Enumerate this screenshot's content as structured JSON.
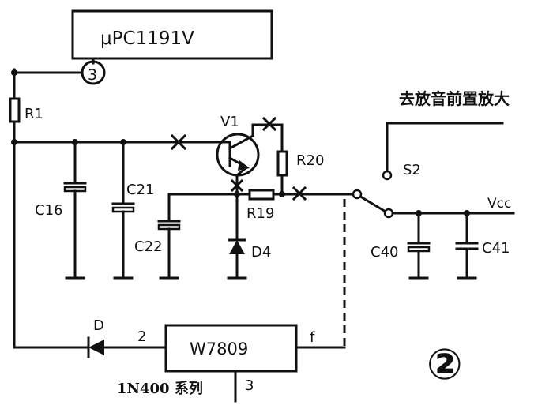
{
  "ic_chip": "μPC1191V",
  "pin3_top": "3",
  "regulator": "W7809",
  "pin_reg_in": "2",
  "pin_reg_out": "f",
  "pin_reg_gnd": "3",
  "diode_series": "1N400 系列",
  "switch_caption": "去放音前置放大",
  "figure_number": "②",
  "vcc_label": "Vcc",
  "components": {
    "R1": "R1",
    "C16": "C16",
    "C21": "C21",
    "C22": "C22",
    "V1": "V1",
    "R20": "R20",
    "R19": "R19",
    "D4": "D4",
    "S2": "S2",
    "C40": "C40",
    "C41": "C41",
    "D": "D"
  },
  "colors": {
    "ink": "#111111",
    "paper": "#ffffff"
  }
}
